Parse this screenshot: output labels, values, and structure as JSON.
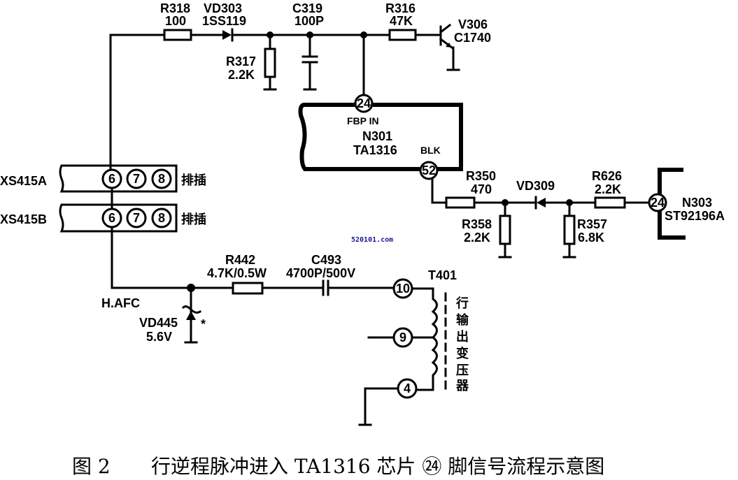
{
  "components": {
    "r318": {
      "ref": "R318",
      "value": "100"
    },
    "vd303": {
      "ref": "VD303",
      "value": "1SS119"
    },
    "r317": {
      "ref": "R317",
      "value": "2.2K"
    },
    "c319": {
      "ref": "C319",
      "value": "100P"
    },
    "r316": {
      "ref": "R316",
      "value": "47K"
    },
    "v306": {
      "ref": "V306",
      "value": "C1740"
    },
    "n301": {
      "pin_top": "24",
      "pin_top_label": "FBP IN",
      "ref": "N301",
      "value": "TA1316",
      "pin_bottom": "52",
      "pin_bottom_label": "BLK"
    },
    "r350": {
      "ref": "R350",
      "value": "470"
    },
    "r358": {
      "ref": "R358",
      "value": "2.2K"
    },
    "vd309": {
      "ref": "VD309"
    },
    "r357": {
      "ref": "R357",
      "value": "6.8K"
    },
    "r626": {
      "ref": "R626",
      "value": "2.2K"
    },
    "n303": {
      "pin": "24",
      "ref": "N303",
      "value": "ST92196A"
    },
    "xs415a": {
      "ref": "XS415A",
      "pins": [
        "6",
        "7",
        "8"
      ],
      "label": "排插"
    },
    "xs415b": {
      "ref": "XS415B",
      "pins": [
        "6",
        "7",
        "8"
      ],
      "label": "排插"
    },
    "r442": {
      "ref": "R442",
      "value": "4.7K/0.5W"
    },
    "c493": {
      "ref": "C493",
      "value": "4700P/500V"
    },
    "vd445": {
      "ref": "VD445",
      "value": "5.6V",
      "mark": "*"
    },
    "hafc": {
      "label": "H.AFC"
    },
    "t401": {
      "ref": "T401",
      "pins": [
        "10",
        "9",
        "4"
      ],
      "label_chars": [
        "行",
        "输",
        "出",
        "变",
        "压",
        "器"
      ]
    }
  },
  "watermark": "520101.com",
  "caption": {
    "figure": "图 2",
    "text": "行逆程脉冲进入 TA1316 芯片 ㉔ 脚信号流程示意图"
  }
}
